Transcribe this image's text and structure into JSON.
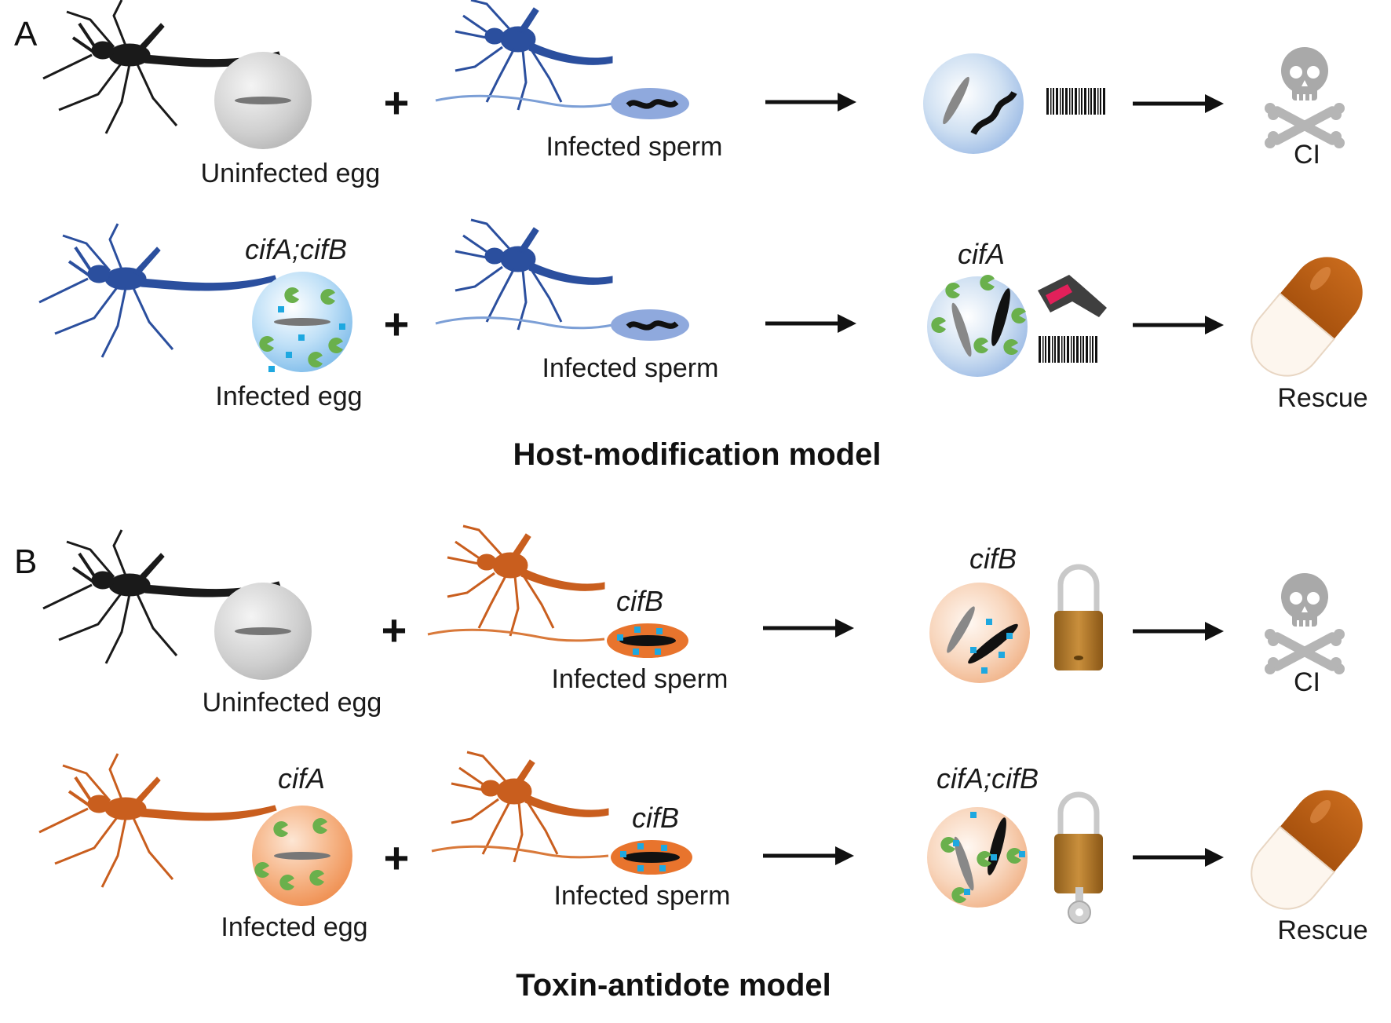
{
  "panels": {
    "A": {
      "letter": "A",
      "title": "Host-modification model",
      "row1": {
        "egg_label": "Uninfected egg",
        "sperm_label": "Infected sperm",
        "outcome": "CI"
      },
      "row2": {
        "egg_gene": "cifA;cifB",
        "egg_label": "Infected egg",
        "sperm_label": "Infected sperm",
        "zygote_gene": "cifA",
        "outcome": "Rescue"
      }
    },
    "B": {
      "letter": "B",
      "title": "Toxin-antidote model",
      "row1": {
        "egg_label": "Uninfected egg",
        "sperm_gene": "cifB",
        "sperm_label": "Infected sperm",
        "zygote_gene": "cifB",
        "outcome": "CI"
      },
      "row2": {
        "egg_gene": "cifA",
        "egg_label": "Infected egg",
        "sperm_gene": "cifB",
        "sperm_label": "Infected sperm",
        "zygote_gene": "cifA;cifB",
        "outcome": "Rescue"
      }
    }
  },
  "plus_sign": "+",
  "colors": {
    "uninfected": "#1a1a1a",
    "host_modification": "#2b4f9e",
    "toxin_antidote": "#c95e1e",
    "antidote_dot": "#6ab04c",
    "toxin_dot": "#1ea8e0",
    "lock": "#b07a2a"
  }
}
